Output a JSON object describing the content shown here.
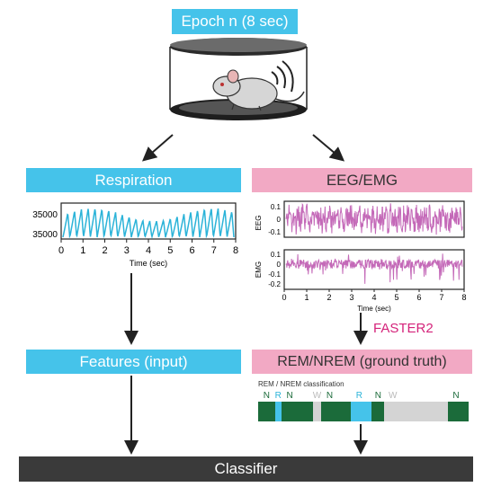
{
  "epoch": {
    "title": "Epoch n (8 sec)"
  },
  "respiration": {
    "title": "Respiration",
    "y_ticks": [
      "35000",
      "35000"
    ],
    "x_ticks": [
      "0",
      "1",
      "2",
      "3",
      "4",
      "5",
      "6",
      "7",
      "8"
    ],
    "x_label": "Time (sec)"
  },
  "eeg_emg": {
    "title": "EEG/EMG",
    "eeg_label": "EEG",
    "eeg_ticks": [
      "0.1",
      "0",
      "-0.1"
    ],
    "emg_label": "EMG",
    "emg_ticks": [
      "0.1",
      "0",
      "-0.1",
      "-0.2"
    ],
    "x_ticks": [
      "0",
      "1",
      "2",
      "3",
      "4",
      "5",
      "6",
      "7",
      "8"
    ],
    "x_label": "Time (sec)"
  },
  "faster2": {
    "label": "FASTER2"
  },
  "features": {
    "title": "Features (input)"
  },
  "ground_truth": {
    "title": "REM/NREM (ground truth)"
  },
  "classification": {
    "title": "REM / NREM classification",
    "segments": [
      {
        "label": "N",
        "color": "#1b6b3a",
        "frac": 0.08
      },
      {
        "label": "R",
        "color": "#45c3ea",
        "frac": 0.03
      },
      {
        "label": "N",
        "color": "#1b6b3a",
        "frac": 0.15
      },
      {
        "label": "W",
        "color": "#d4d4d4",
        "frac": 0.04
      },
      {
        "label": "N",
        "color": "#1b6b3a",
        "frac": 0.14
      },
      {
        "label": "R",
        "color": "#45c3ea",
        "frac": 0.1
      },
      {
        "label": "N",
        "color": "#1b6b3a",
        "frac": 0.06
      },
      {
        "label": "W",
        "color": "#d4d4d4",
        "frac": 0.3
      },
      {
        "label": "N",
        "color": "#1b6b3a",
        "frac": 0.1
      }
    ]
  },
  "classifier": {
    "title": "Classifier"
  },
  "colors": {
    "blue": "#45c3ea",
    "pink": "#f2a9c4",
    "pink_line": "#c469b8",
    "green": "#1b6b3a",
    "wake": "#d4d4d4",
    "magenta": "#d4237a"
  }
}
